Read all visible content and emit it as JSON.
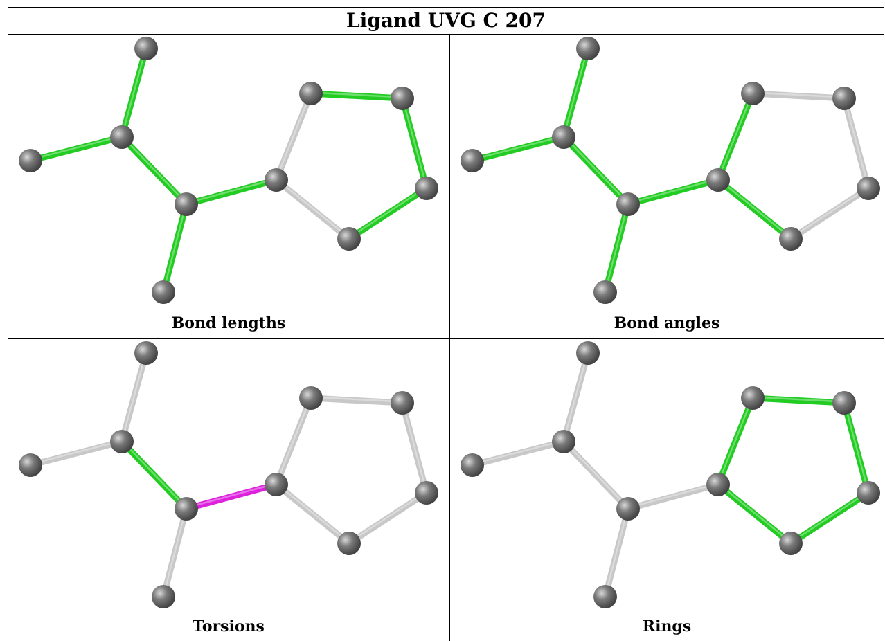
{
  "title": "Ligand UVG C 207",
  "panels": [
    {
      "id": "bond-lengths",
      "caption": "Bond lengths"
    },
    {
      "id": "bond-angles",
      "caption": "Bond angles"
    },
    {
      "id": "torsions",
      "caption": "Torsions"
    },
    {
      "id": "rings",
      "caption": "Rings"
    }
  ],
  "colors": {
    "highlight": "#22cc22",
    "torsion": "#dd22dd",
    "normal": "#c8c8c8",
    "atom": "#7a7a7a"
  },
  "bond_states": {
    "bond-lengths": [
      "highlight",
      "highlight",
      "highlight",
      "highlight",
      "highlight",
      "normal",
      "normal",
      "highlight",
      "highlight",
      "highlight"
    ],
    "bond-angles": [
      "highlight",
      "highlight",
      "highlight",
      "highlight",
      "highlight",
      "highlight",
      "highlight",
      "normal",
      "normal",
      "normal"
    ],
    "torsions": [
      "normal",
      "normal",
      "highlight",
      "normal",
      "torsion",
      "normal",
      "normal",
      "normal",
      "normal",
      "normal"
    ],
    "rings": [
      "normal",
      "normal",
      "normal",
      "normal",
      "normal",
      "highlight",
      "highlight",
      "highlight",
      "highlight",
      "highlight"
    ]
  }
}
